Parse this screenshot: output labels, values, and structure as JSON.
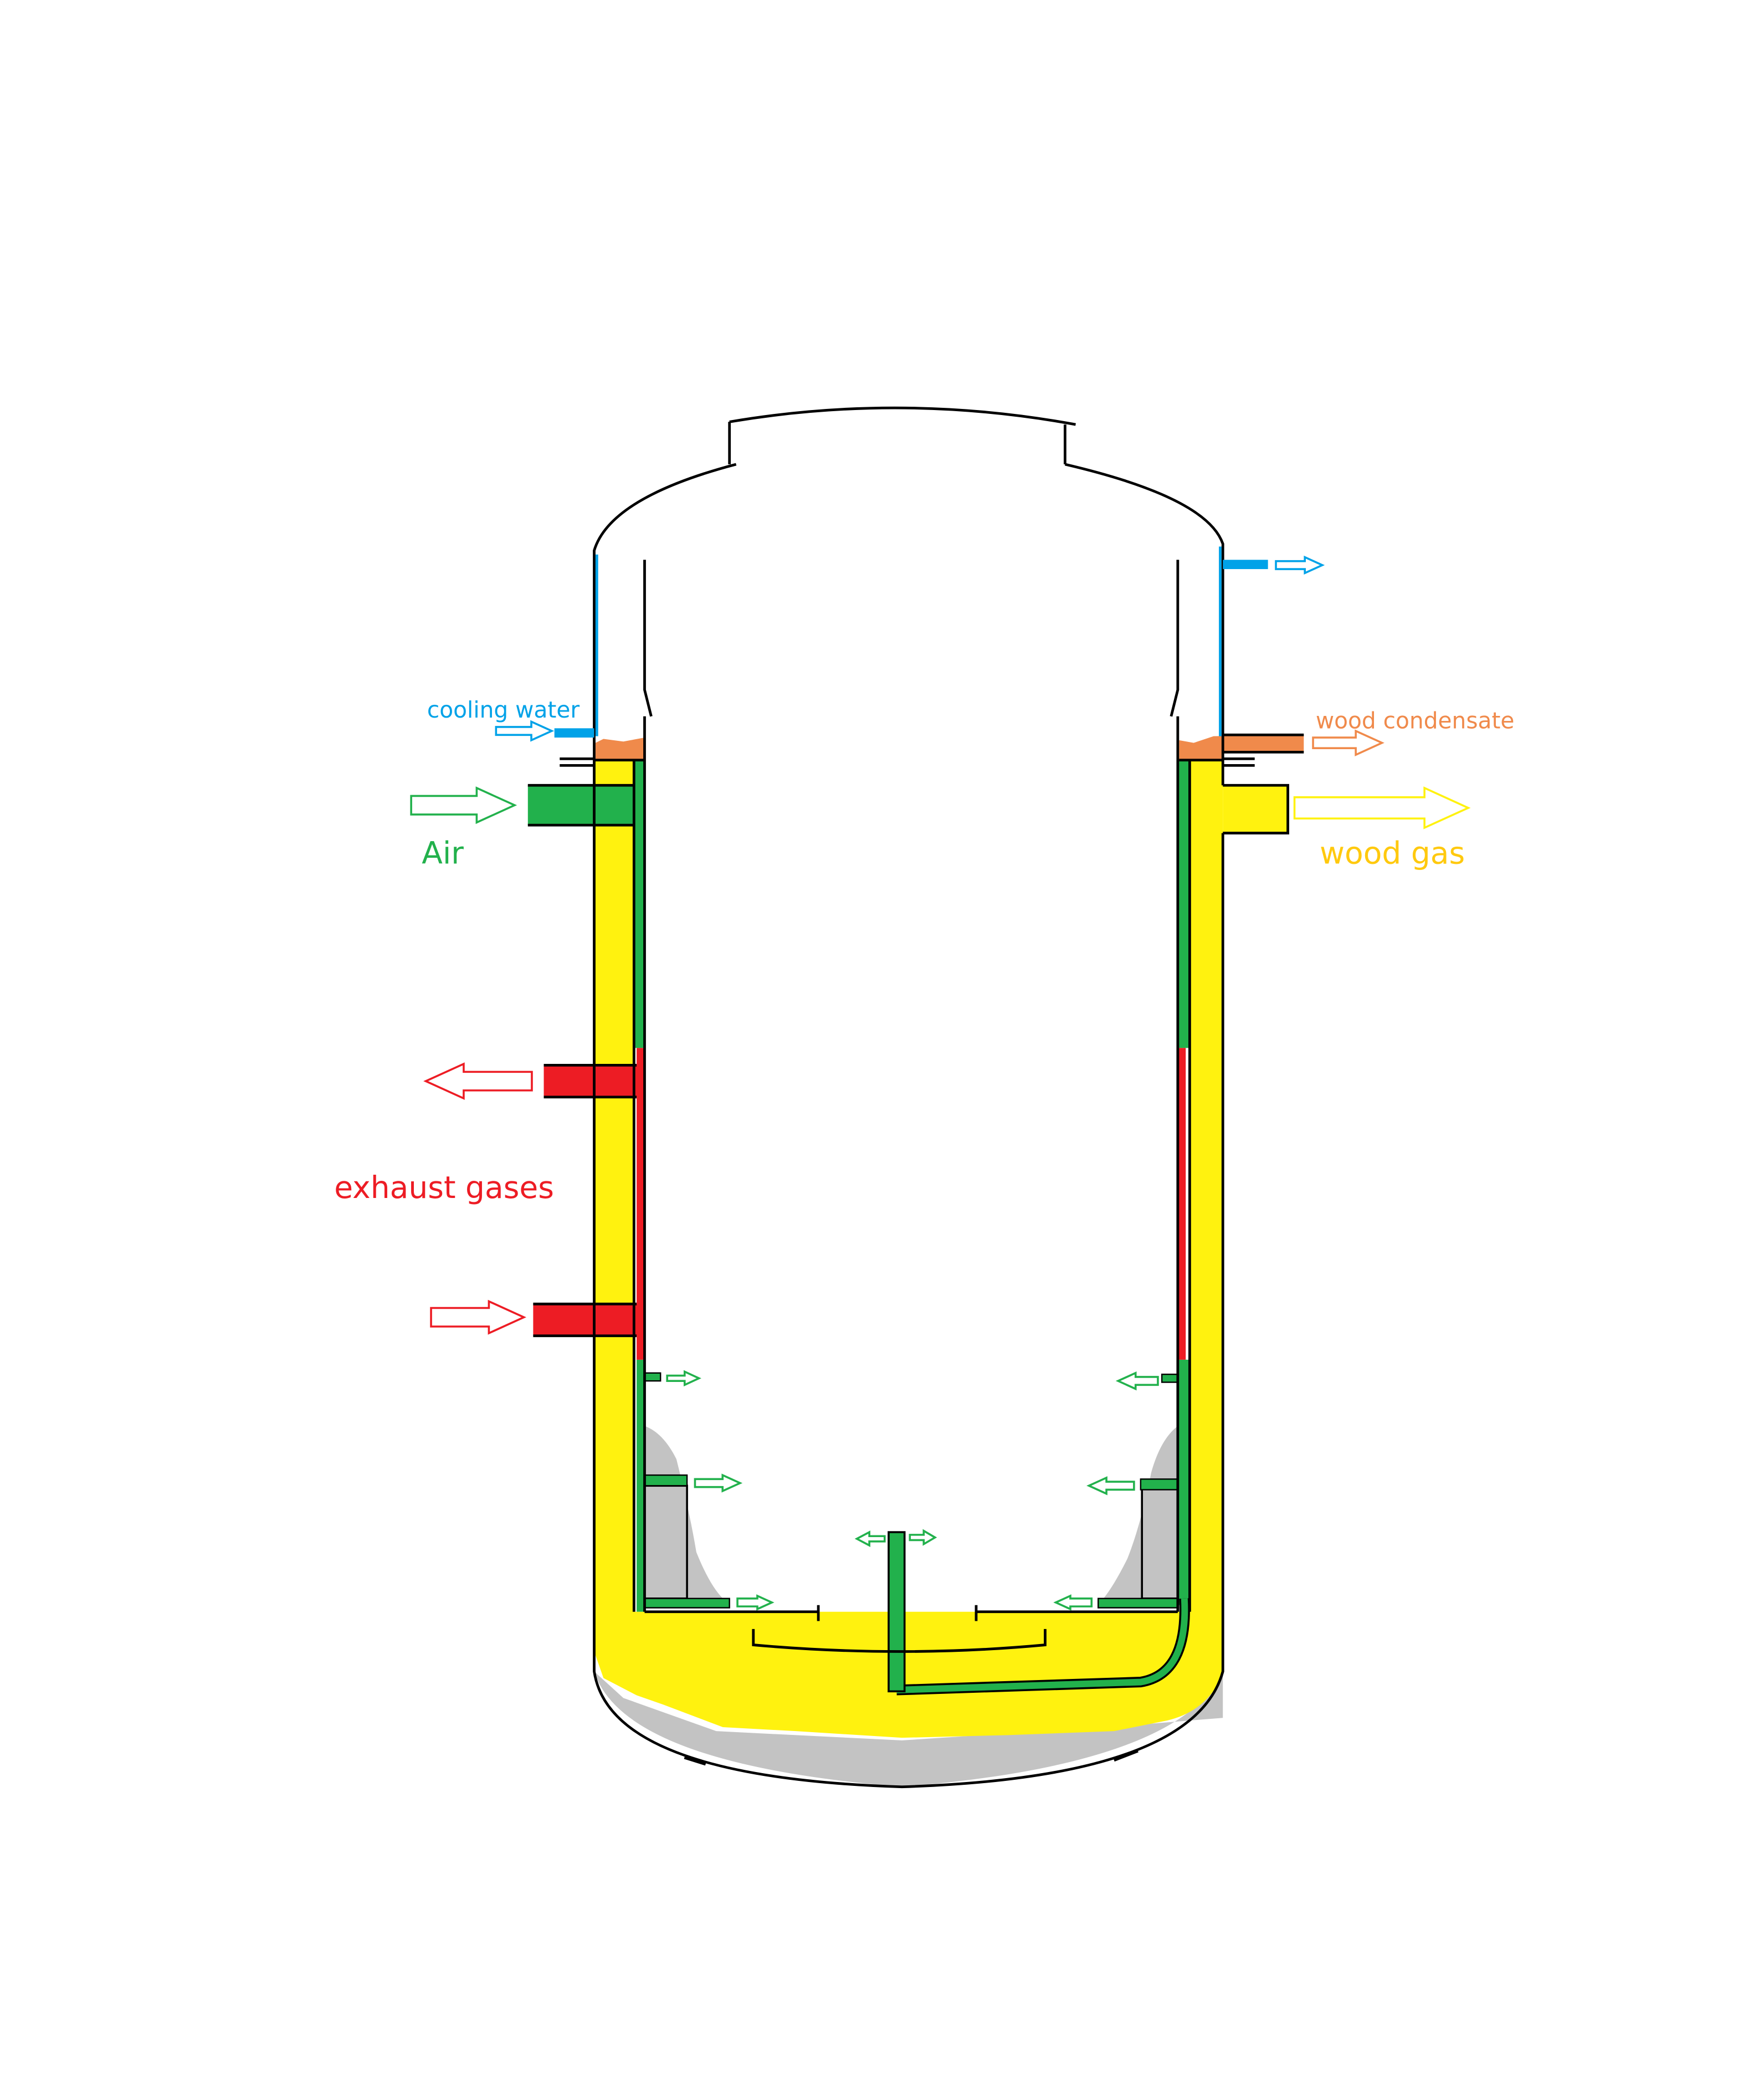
{
  "labels": {
    "cooling_water": "cooling water",
    "wood_condensate": "wood condensate",
    "air": "Air",
    "wood_gas": "wood gas",
    "exhaust_gases": "exhaust gases"
  },
  "colors": {
    "cooling_water": "#00a2e8",
    "wood_condensate": "#f08a4b",
    "air": "#22b14c",
    "wood_gas_fill": "#fff20f",
    "wood_gas_text": "#ffc90e",
    "exhaust": "#ed1c24",
    "ash": "#c3c3c3"
  }
}
